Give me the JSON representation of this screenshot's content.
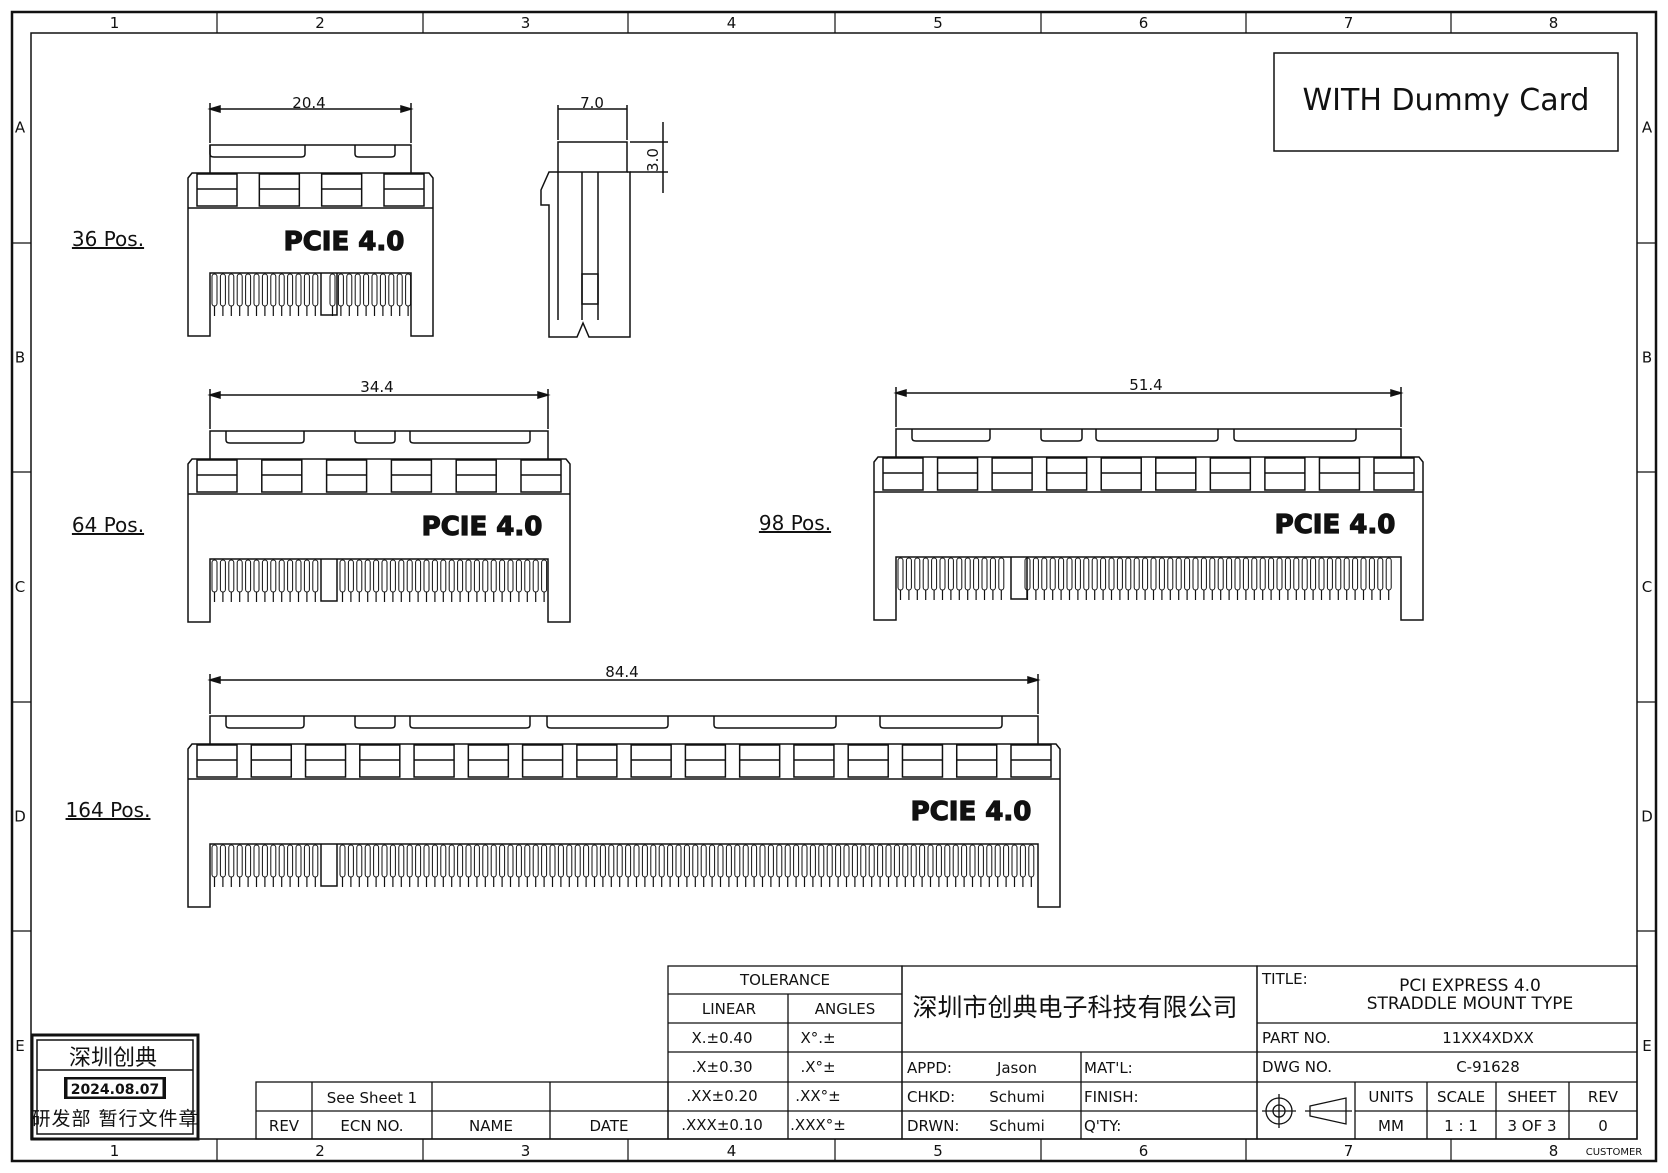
{
  "frame": {
    "columns": [
      "1",
      "2",
      "3",
      "4",
      "5",
      "6",
      "7",
      "8"
    ],
    "rows": [
      "A",
      "B",
      "C",
      "D",
      "E"
    ]
  },
  "note_box": "WITH  Dummy  Card",
  "views": [
    {
      "label": "36  Pos.",
      "dim": "20.4",
      "marking": "PCIE  4.0",
      "side_dim_w": "7.0",
      "side_dim_h": "3.0"
    },
    {
      "label": "64  Pos.",
      "dim": "34.4",
      "marking": "PCIE  4.0"
    },
    {
      "label": "98  Pos.",
      "dim": "51.4",
      "marking": "PCIE  4.0"
    },
    {
      "label": "164  Pos.",
      "dim": "84.4",
      "marking": "PCIE  4.0"
    }
  ],
  "stamp": {
    "company": "深圳创典",
    "date": "2024.08.07",
    "note": "研发部 暂行文件章"
  },
  "revision": {
    "row1": {
      "rev": "",
      "ecn": "See  Sheet  1",
      "name": "",
      "date": ""
    },
    "headers": {
      "rev": "REV",
      "ecn": "ECN  NO.",
      "name": "NAME",
      "date": "DATE"
    }
  },
  "tolerance": {
    "title": "TOLERANCE",
    "linear_label": "LINEAR",
    "angles_label": "ANGLES",
    "rows": [
      {
        "linear": "X.±0.40",
        "angle": "X°.±"
      },
      {
        "linear": ".X±0.30",
        "angle": ".X°±"
      },
      {
        "linear": ".XX±0.20",
        "angle": ".XX°±"
      },
      {
        "linear": ".XXX±0.10",
        "angle": ".XXX°±"
      }
    ]
  },
  "company_name": "深圳市创典电子科技有限公司",
  "approvals": {
    "appd_label": "APPD:",
    "appd": "Jason",
    "chkd_label": "CHKD:",
    "chkd": "Schumi",
    "drwn_label": "DRWN:",
    "drwn": "Schumi",
    "matl_label": "MAT'L:",
    "finish_label": "FINISH:",
    "qty_label": "Q'TY:"
  },
  "title_block": {
    "title_label": "TITLE:",
    "title_line1": "PCI  EXPRESS  4.0",
    "title_line2": "STRADDLE  MOUNT  TYPE",
    "part_label": "PART  NO.",
    "part_no": "11XX4XDXX",
    "dwg_label": "DWG  NO.",
    "dwg_no": "C-91628",
    "units_label": "UNITS",
    "units": "MM",
    "scale_label": "SCALE",
    "scale": "1 : 1",
    "sheet_label": "SHEET",
    "sheet": "3  OF  3",
    "rev_label": "REV",
    "rev": "0",
    "customer": "CUSTOMER"
  }
}
